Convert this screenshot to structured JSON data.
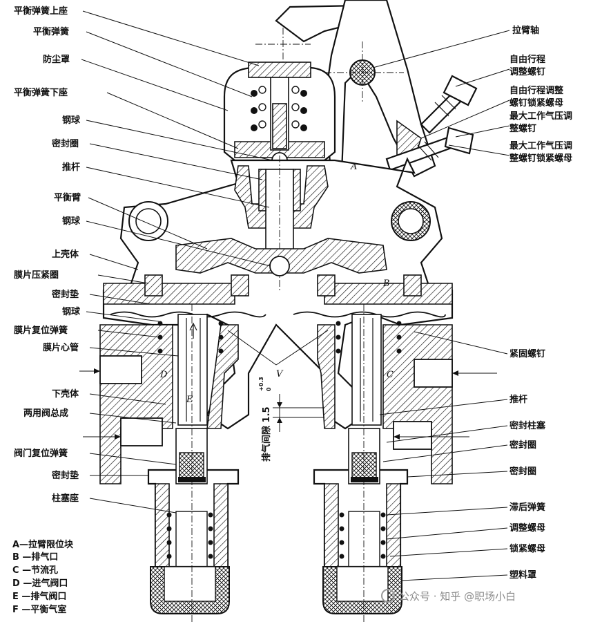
{
  "labels_left": [
    "平衡弹簧上座",
    "平衡弹簧",
    "防尘罩",
    "平衡弹簧下座",
    "钢球",
    "密封圈",
    "推杆",
    "平衡臂",
    "钢球",
    "上壳体",
    "膜片压紧圈",
    "密封垫",
    "钢球",
    "膜片复位弹簧",
    "膜片心管",
    "下壳体",
    "两用阀总成",
    "阀门复位弹簧",
    "密封垫",
    "柱塞座"
  ],
  "labels_right": [
    "拉臂轴",
    "自由行程\n调整螺钉",
    "自由行程调整\n螺钉锁紧螺母",
    "最大工作气压调\n整螺钉",
    "最大工作气压调\n整螺钉锁紧螺母",
    "紧固螺钉",
    "推杆",
    "密封柱塞",
    "密封圈",
    "密封圈",
    "滞后弹簧",
    "调整螺母",
    "锁紧螺母",
    "塑料罩"
  ],
  "legend": [
    "A—拉臂限位块",
    "B —排气口",
    "C —节流孔",
    "D —进气阀口",
    "E —排气阀口",
    "F —平衡气室"
  ],
  "inline_letters": [
    "A",
    "B",
    "C",
    "D",
    "E",
    "V"
  ],
  "dimension_label": "排气间隙 1.5",
  "dimension_tolerance_upper": "+0.3",
  "dimension_tolerance_lower": "0",
  "watermark": "公众号 · 知乎 @职场小白"
}
